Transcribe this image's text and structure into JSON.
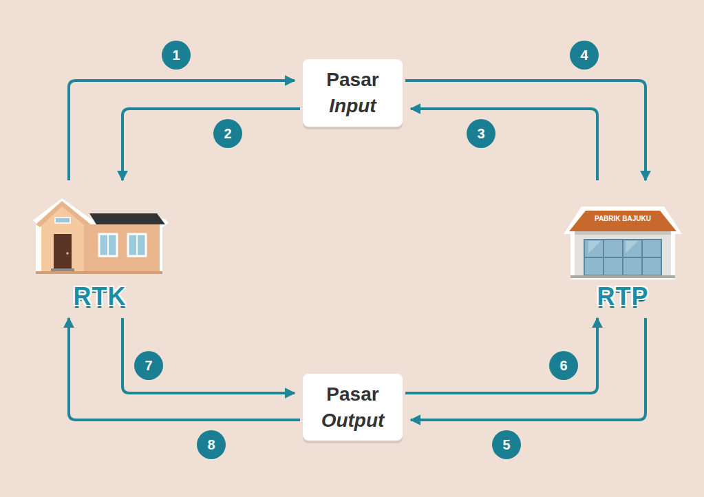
{
  "diagram": {
    "nodes": [
      {
        "text": [
          "Pasar Input"
        ]
      },
      {
        "text": [
          "Pasar Output"
        ]
      },
      {
        "text": [
          "RTK"
        ]
      },
      {
        "text": [
          "PABRIK BAJUKU",
          "RTP"
        ]
      }
    ],
    "edges": [
      {
        "from": 2,
        "to": 0,
        "label": "1",
        "arrow": "to"
      },
      {
        "from": 0,
        "to": 2,
        "label": "2",
        "arrow": "to"
      },
      {
        "from": 3,
        "to": 0,
        "label": "3",
        "arrow": "to"
      },
      {
        "from": 0,
        "to": 3,
        "label": "4",
        "arrow": "to"
      },
      {
        "from": 3,
        "to": 1,
        "label": "5",
        "arrow": "to"
      },
      {
        "from": 1,
        "to": 3,
        "label": "6",
        "arrow": "to"
      },
      {
        "from": 2,
        "to": 1,
        "label": "7",
        "arrow": "to"
      },
      {
        "from": 1,
        "to": 2,
        "label": "8",
        "arrow": "to"
      }
    ]
  }
}
